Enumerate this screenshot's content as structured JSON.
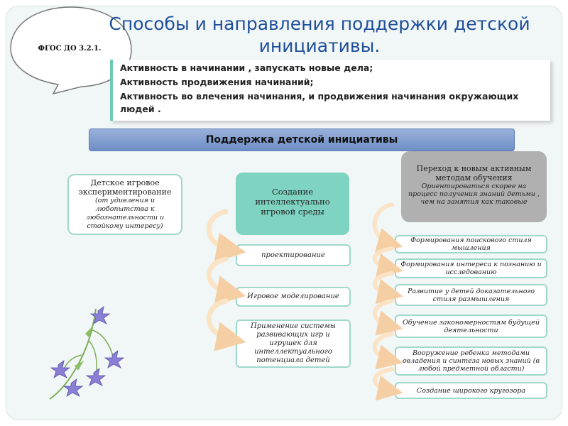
{
  "title": "Способы и направления поддержки детской инициативы.",
  "bubble_label": "ФГОС ДО 3.2.1.",
  "activities": [
    "Активность в начинании , запускать новые дела;",
    "Активность продвижения начинаний;",
    "Активность во влечения начинания, и продвижения начинания окружающих людей ."
  ],
  "support_bar": "Поддержка детской инициативы",
  "experimentation": {
    "title": "Детское игровое экспериментирование",
    "subtitle": "(от удивления и любопытства к любознательности и стойкому интересу)"
  },
  "environment": {
    "title": "Создание интеллектуально игровой среды",
    "items": [
      "проектирование",
      "Игровое моделирование",
      "Применение системы развивающих игр и игрушек для интеллектуального потенциала детей"
    ]
  },
  "methods": {
    "title": "Переход к новым активным методам обучения",
    "subtitle": "Ориентироваться скорее на процесс получения знаний детьми , чем на занятия как таковые",
    "items": [
      "Формирования поискового стиля мышления",
      "Формирования интереса к познанию и исследованию",
      "Развитие у детей доказательного стиля размышления",
      "Обучение закономерностям будущей деятельности",
      "Вооружение ребенка методами овладения и синтеза новых знаний (в любой предметной области)",
      "Создание широкого кругозора"
    ]
  },
  "colors": {
    "title": "#1f4f9a",
    "accent": "#7fd3c1",
    "border": "#9fd8cb",
    "bar": "#7f9bcf",
    "arrow": "#fbe3c6"
  }
}
